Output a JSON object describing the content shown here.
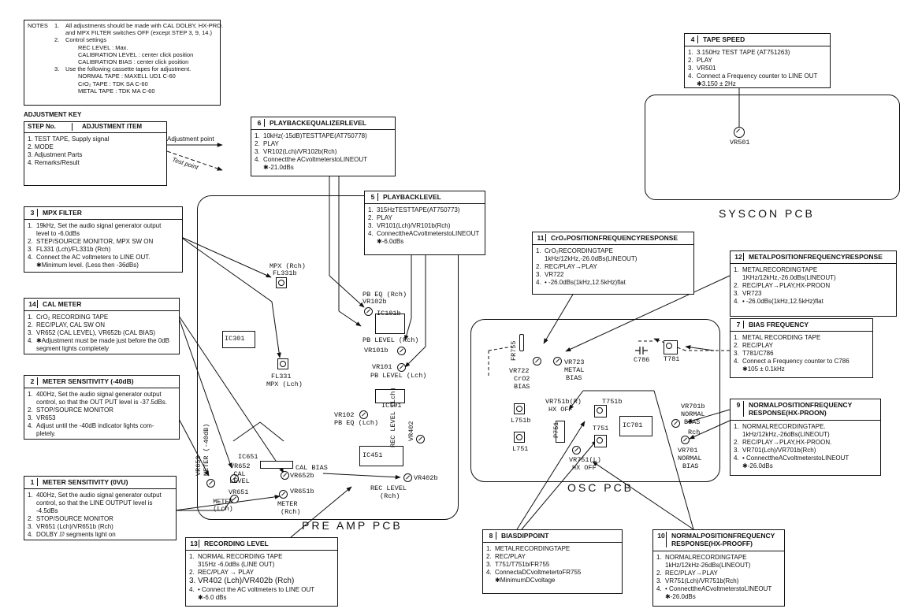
{
  "notes": {
    "label": "NOTES",
    "n1": "1.",
    "l1a": "All adjustments should be made with CAL DOLBY, HX-PRO.",
    "l1b": "and MPX FILTER switches OFF (except STEP 3, 9, 14.)",
    "n2": "2.",
    "l2a": "Control settings",
    "l2b": "REC LEVEL : Max.",
    "l2c": "CALIBRATION LEVEL : center click position",
    "l2d": "CALIBRATION BIAS : center click position",
    "n3": "3.",
    "l3a": "Use the following cassette tapes for adjustment.",
    "l3b": "NORMAL TAPE : MAXELL UD1 C-60",
    "l3c": "CrO₂ TAPE : TDK SA C-60",
    "l3d": "METAL TAPE : TDK MA C-60"
  },
  "key": {
    "title": "ADJUSTMENT KEY",
    "step_no": "STEP No.",
    "item": "ADJUSTMENT ITEM",
    "i1": "1. TEST TAPE, Supply signal",
    "i2": "2. MODE",
    "i3": "3. Adjustment Parts",
    "i4": "4. Remarks/Result",
    "adj_point": "Adjustment point",
    "test_point": "Test point"
  },
  "boxes": {
    "b4": {
      "num": "4",
      "title": "TAPE SPEED",
      "l1": "3.150Hz TEST TAPE (AT751263)",
      "l2": "PLAY",
      "l3": "VR501",
      "l4": "Connect a Frequency counter to LINE OUT",
      "l5": "✱3.150 ± 2Hz"
    },
    "b6": {
      "num": "6",
      "title": "PLAYBACKEQUALIZERLEVEL",
      "l1": "10kHz(-15dB)TESTTAPE(AT750778)",
      "l2": "PLAY",
      "l3": "VR102(Lch)/VR102b(Rch)",
      "l4": "Connectthe ACvoltmeterstoLINEOUT",
      "l5": "✱-21.0dBs"
    },
    "b5": {
      "num": "5",
      "title": "PLAYBACKLEVEL",
      "l1": "315HzTESTTAPE(AT750773)",
      "l2": "PLAY",
      "l3": "VR101(Lch)/VR101b(Rch)",
      "l4": "ConnecttheACvoltmeterstoLINEOUT",
      "l5": "✱-6.0dBs"
    },
    "b3": {
      "num": "3",
      "title": "MPX FILTER",
      "l1": "19kHz, Set the audio signal generator output",
      "l1b": "level to -6.0dBs",
      "l2": "STEP/SOURCE MONITOR, MPX SW ON",
      "l3": "FL331 (Lch)/FL331b (Rch)",
      "l4": "Connect the AC voltmeters to LINE OUT.",
      "l5": "✱Minimum level. (Less then -36dBs)"
    },
    "b14": {
      "num": "14",
      "title": "CAL METER",
      "l1": "CrO₂ RECORDING TAPE",
      "l2": "REC/PLAY, CAL SW ON",
      "l3": "VR652 (CAL LEVEL), VR652b (CAL BIAS)",
      "l4": "✱Adjustment must be made just before the 0dB",
      "l4b": "segment lights completely"
    },
    "b2": {
      "num": "2",
      "title": "METER SENSITIVITY (-40dB)",
      "l1": "400Hz, Set the audio signal generator output",
      "l1b": "control, so that the OUT PUT level is -37.5dBs.",
      "l2": "STOP/SOURCE MONITOR",
      "l3": "VR653",
      "l4": "Adjust until the -40dB indicator lights com-",
      "l4b": "pletely."
    },
    "b1": {
      "num": "1",
      "title": "METER SENSITIVITY (0VU)",
      "l1": "400Hz, Set the audio signal generator output",
      "l1b": "control, so that the LINE OUTPUT level is",
      "l1c": "-4.5dBs",
      "l2": "STOP/SOURCE MONITOR",
      "l3": "VR651 (Lch)/VR651b (Rch)",
      "l4": "DOLBY ⅅ segments light on"
    },
    "b13": {
      "num": "13",
      "title": "RECORDING LEVEL",
      "l1": "NORMAL RECORDING TAPE",
      "l1b": "315Hz -6.0dBs (LINE OUT)",
      "l2": "REC/PLAY → PLAY",
      "l3": "VR402 (Lch)/VR402b (Rch)",
      "l4": "• Connect the AC voltmeters to LINE OUT",
      "l5": "✱-6.0 dBs"
    },
    "b11": {
      "num": "11",
      "title": "CrO₂POSITIONFREQUENCYRESPONSE",
      "l1": "CrO₂RECORDINGTAPE",
      "l1b": "1kHz/12kHz,-26.0dBs(LINEOUT)",
      "l2": "REC/PLAY→PLAY",
      "l3": "VR722",
      "l4": "• -26.0dBs(1kHz,12.5kHz)flat"
    },
    "b12": {
      "num": "12",
      "title": "METALPOSITIONFREQUENCYRESPONSE",
      "l1": "METALRECORDINGTAPE",
      "l1b": "1KHz/12kHz,-26.0dBs(LINEOUT)",
      "l2": "REC/PLAY→PLAY,HX-PROON",
      "l3": "VR723",
      "l4": "• -26.0dBs(1kHz,12.5kHz)flat"
    },
    "b7": {
      "num": "7",
      "title": "BIAS FREQUENCY",
      "l1": "METAL RECORDING TAPE",
      "l2": "REC/PLAY",
      "l3": "T781/C786",
      "l4": "Connect a Frequency counter to C786",
      "l5": "✱105 ± 0.1kHz"
    },
    "b9": {
      "num": "9",
      "title": "NORMALPOSITIONFREQUENCY",
      "title2": "RESPONSE(HX-PROON)",
      "l1": "NORMALRECORDINGTAPE.",
      "l1b": "1kHz/12kHz,-26dBs(LINEOUT)",
      "l2": "REC/PLAY→PLAY,HX-PROON.",
      "l3": "VR701(Lch)/VR701b(Rch)",
      "l4": "• ConnecttheACvoltmeterstoLINEOUT",
      "l5": "✱-26.0dBs"
    },
    "b8": {
      "num": "8",
      "title": "BIASDIPPOINT",
      "l1": "METALRECORDINGTAPE",
      "l2": "REC/PLAY",
      "l3": "T751/T751b/FR755",
      "l4": "ConnectaDCvoltmetertoFR755",
      "l5": "✱MinimumDCvoltage"
    },
    "b10": {
      "num": "10",
      "title": "NORMALPOSITIONFREQUENCY",
      "title2": "RESPONSE(HX-PROOFF)",
      "l1": "NORMALRECORDINGTAPE",
      "l1b": "1kHz/12kHz-26dBs(LINEOUT)",
      "l2": "REC/PLAY→PLAY",
      "l3": "VR751(Lch)/VR751b(Rch)",
      "l4": "• ConnecttheACvoltmeterstoLINEOUT",
      "l5": "✱-26.0dBs"
    }
  },
  "pcbs": {
    "syscon": "SYSCON PCB",
    "preamp": "PRE AMP PCB",
    "osc": "OSC PCB"
  },
  "parts": {
    "vr501": "VR501",
    "mpx_rch": "MPX (Rch)",
    "fl331b": "FL331b",
    "fl331": "FL331",
    "mpx_lch": "MPX (Lch)",
    "ic301": "IC301",
    "pbeq_rch": "PB EQ (Rch)",
    "vr102b": "VR102b",
    "ic101b": "IC101b",
    "pblevel_rch": "PB LEVEL (Rch)",
    "vr101b": "VR101b",
    "vr101": "VR101",
    "pblevel_lch": "PB LEVEL (Lch)",
    "ic101": "IC101",
    "vr102": "VR102",
    "pbeq_lch": "PB EQ (Lch)",
    "ic451": "IC451",
    "rec_level_lch": "REC LEVEL (Lch)",
    "vr402": "VR402",
    "vr402b": "VR402b",
    "rec_level_rch": "REC LEVEL",
    "rch": "(Rch)",
    "ic651": "IC651",
    "cal_bias": "CAL BIAS",
    "vr652b": "VR652b",
    "vr652": "VR652",
    "cal_level": "CAL LEVEL",
    "vr653": "VR653",
    "meter40": "METER (-40dB)",
    "vr651": "VR651",
    "meter_lch": "METER (Lch)",
    "vr651b": "VR651b",
    "meter": "METER",
    "meter_rch": "(Rch)",
    "fr755": "FR755",
    "vr722": "VR722",
    "cro2": "CrO2",
    "bias": "BIAS",
    "vr723": "VR723",
    "metal": "METAL",
    "bias2": "BIAS",
    "vr751b": "VR751b(R)",
    "hxoff": "HX OFF",
    "t751b": "T751b",
    "l751b": "L751b",
    "l751": "L751",
    "p751": "P751",
    "t751": "T751",
    "vr751l": "VR751(L)",
    "hxoff2": "HX OFF",
    "ic701": "IC701",
    "c786": "C786",
    "t781": "T781",
    "vr701b": "VR701b",
    "normal": "NORMAL",
    "bias3": "BIAS",
    "rch2": "Rch",
    "vr701": "VR701",
    "normal2": "NORMAL",
    "bias4": "BIAS"
  }
}
